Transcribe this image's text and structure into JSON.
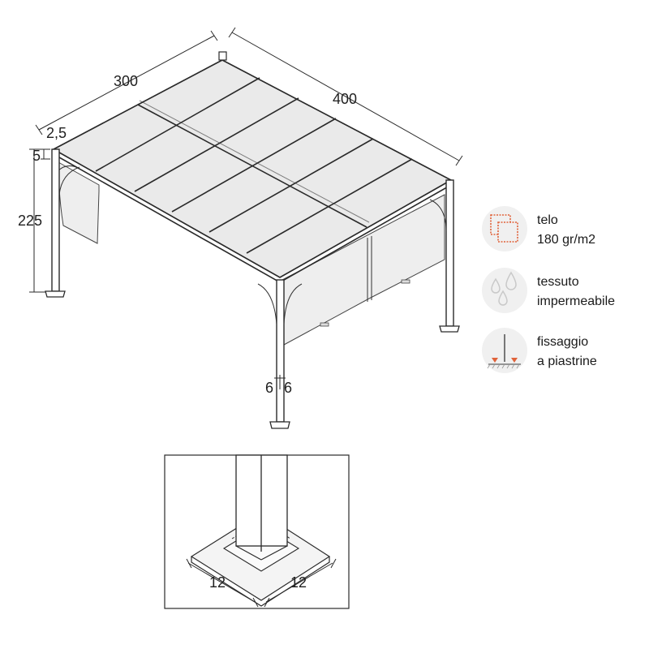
{
  "dimensions": {
    "width": "300",
    "depth": "400",
    "height": "225",
    "roof_thickness": "5",
    "roof_offset": "2,5",
    "post_left": "6",
    "post_right": "6",
    "base_left": "12",
    "base_right": "12"
  },
  "features": [
    {
      "icon": "canvas-layers-icon",
      "line1": "telo",
      "line2": "180 gr/m2"
    },
    {
      "icon": "water-drops-icon",
      "line1": "tessuto",
      "line2": "impermeabile"
    },
    {
      "icon": "anchor-plate-icon",
      "line1": "fissaggio",
      "line2": "a piastrine"
    }
  ],
  "colors": {
    "accent": "#e0623a",
    "line": "#2a2a2a",
    "cloth": "#ececec",
    "icon_circle": "#f0f0f0"
  }
}
